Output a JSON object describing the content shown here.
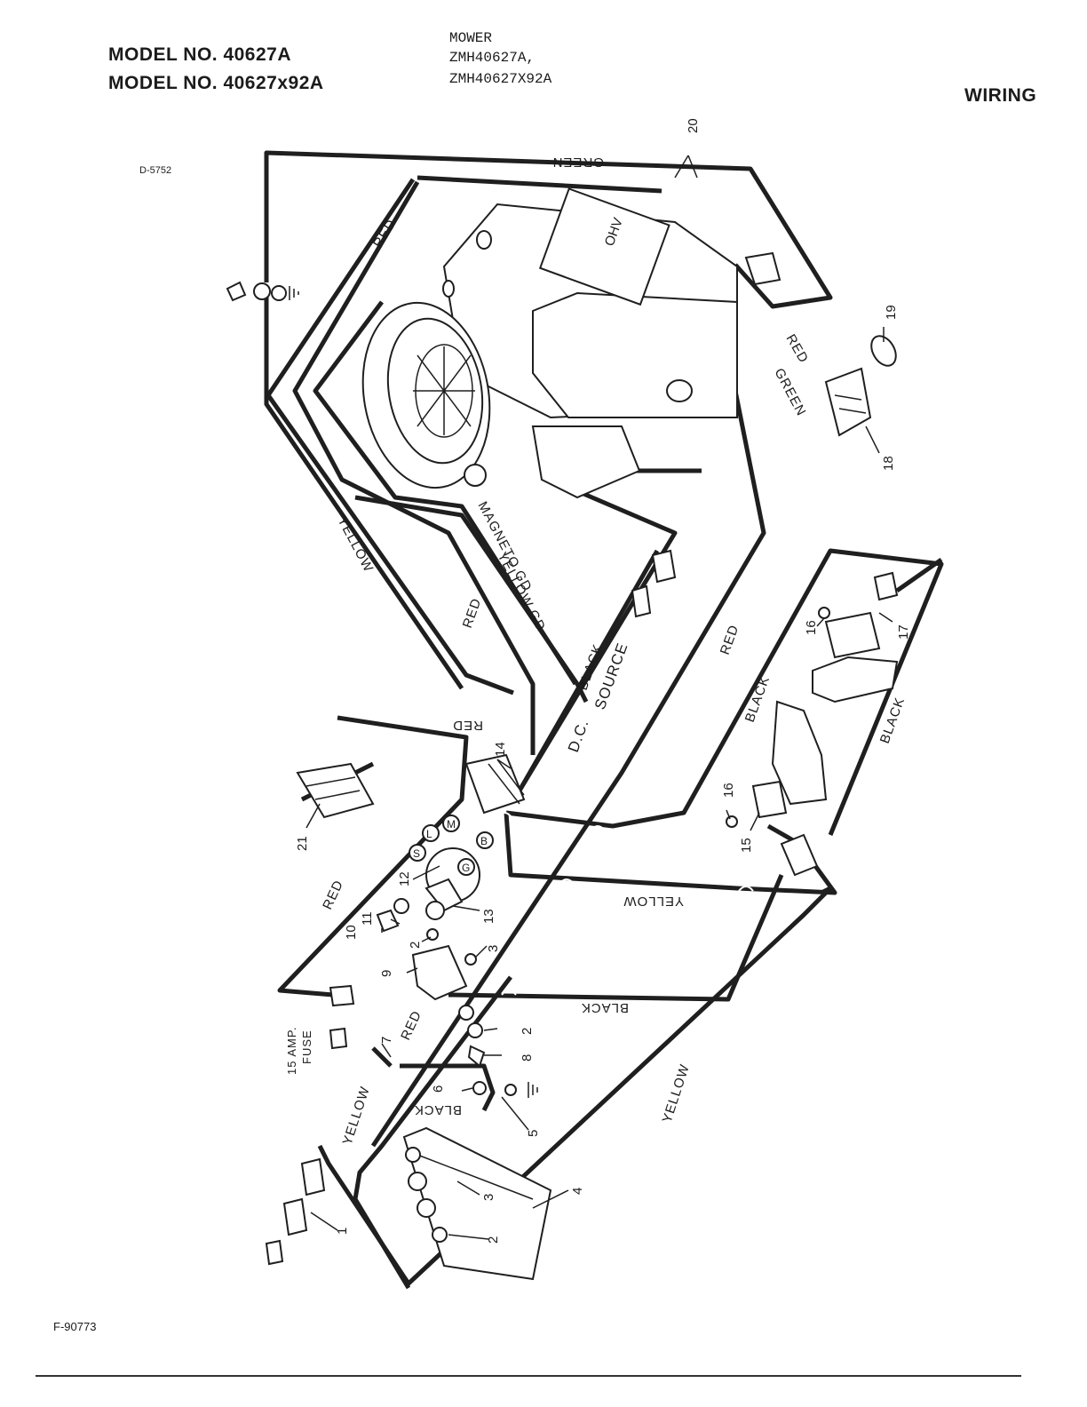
{
  "header": {
    "model_line_1": "MODEL NO. 40627A",
    "model_line_2": "MODEL NO. 40627x92A",
    "mower_label": "MOWER",
    "mower_model_1": "ZMH40627A,",
    "mower_model_2": "ZMH40627X92A",
    "section_title": "WIRING"
  },
  "codes": {
    "diagram_code": "D-5752",
    "footer_code": "F-90773"
  },
  "wire_labels": {
    "green_top": "GREEN",
    "red_left": "RED",
    "red_right": "RED",
    "green_right": "GREEN",
    "yellow_left": "YELLOW",
    "red_mid": "RED",
    "yellow_gd": "YELLOW GD",
    "magneto_gd": "MAGNETO GD",
    "black_source": "BLACK",
    "source": "SOURCE",
    "dc": "D.C.",
    "red_center": "RED",
    "red_top_switch": "RED",
    "black_right_1": "BLACK",
    "black_right_2": "BLACK",
    "yellow_mid": "YELLOW",
    "red_frame": "RED",
    "black_mid": "BLACK",
    "red_low": "RED",
    "fuse_1": "15 AMP.",
    "fuse_2": "FUSE",
    "yellow_bottom_left": "YELLOW",
    "black_battery": "BLACK",
    "yellow_bottom": "YELLOW"
  },
  "callouts": {
    "c1": "1",
    "c2a": "2",
    "c2b": "2",
    "c2c": "2",
    "c3a": "3",
    "c3b": "3",
    "c4": "4",
    "c5": "5",
    "c6": "6",
    "c7": "7",
    "c8": "8",
    "c9": "9",
    "c10": "10",
    "c11": "11",
    "c12": "12",
    "c13": "13",
    "c14": "14",
    "c15": "15",
    "c16a": "16",
    "c16b": "16",
    "c17": "17",
    "c18": "18",
    "c19": "19",
    "c20": "20",
    "c21": "21"
  },
  "ignition_terminals": [
    "S",
    "L",
    "M",
    "B",
    "G"
  ],
  "engine_label": "OHV"
}
